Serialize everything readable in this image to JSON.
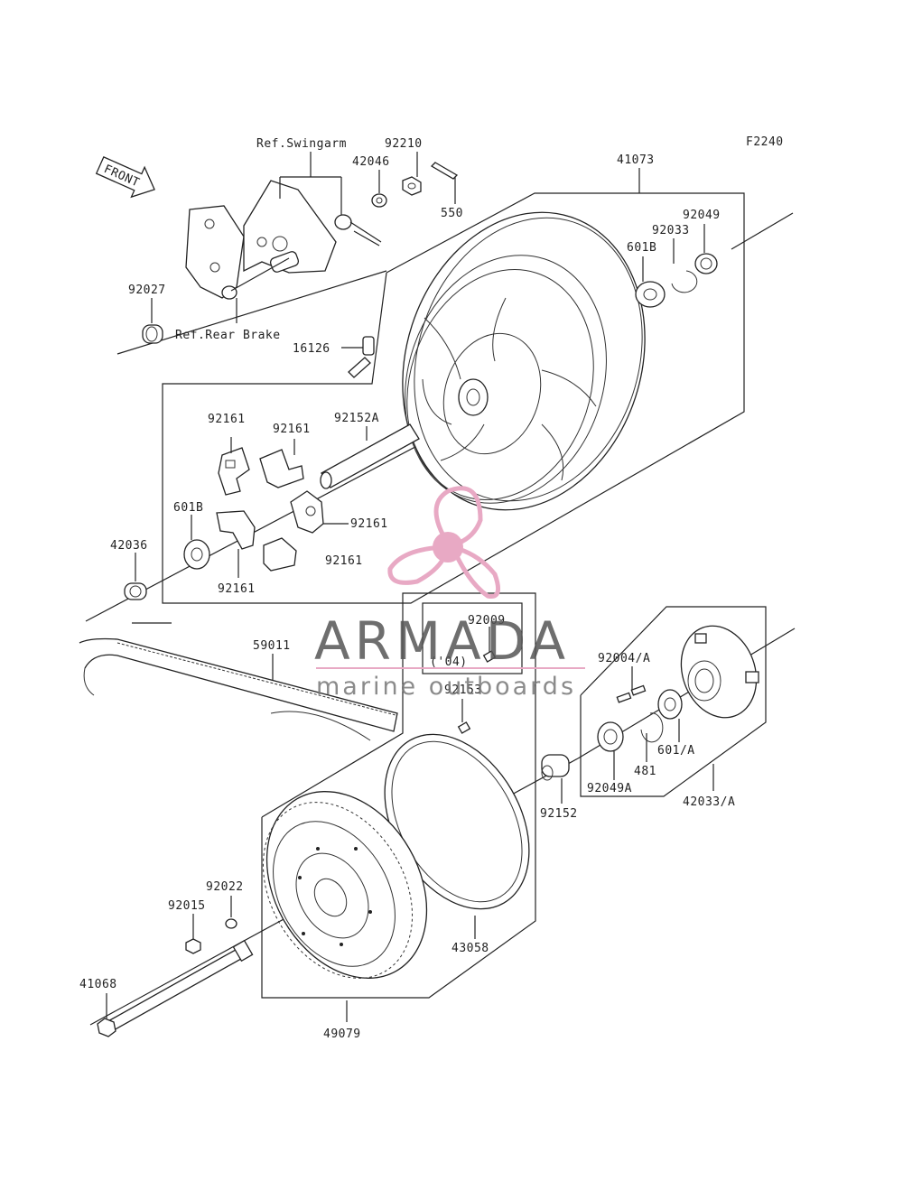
{
  "figure_code": "F2240",
  "front_marker": "FRONT",
  "refs": {
    "swingarm": "Ref.Swingarm",
    "rear_brake": "Ref.Rear Brake"
  },
  "parts": {
    "p92210": "92210",
    "p42046": "42046",
    "p550": "550",
    "p41073": "41073",
    "p92049": "92049",
    "p92033": "92033",
    "p601B_top": "601B",
    "p92027": "92027",
    "p16126": "16126",
    "p92161_a": "92161",
    "p92161_b": "92161",
    "p92152A": "92152A",
    "p601B_left": "601B",
    "p42036": "42036",
    "p92161_c": "92161",
    "p92161_d": "92161",
    "p92161_e": "92161",
    "p59011": "59011",
    "p92009": "92009",
    "p04": "('04)",
    "p92153": "92153",
    "p92004A": "92004/A",
    "p601A": "601/A",
    "p481": "481",
    "p92049A": "92049A",
    "p42033A": "42033/A",
    "p92152": "92152",
    "p92022": "92022",
    "p92015": "92015",
    "p43058": "43058",
    "p41068": "41068",
    "p49079": "49079"
  },
  "watermark": {
    "brand": "ARMADA",
    "tagline": "marine outboards",
    "color": "#e8a9c4"
  }
}
